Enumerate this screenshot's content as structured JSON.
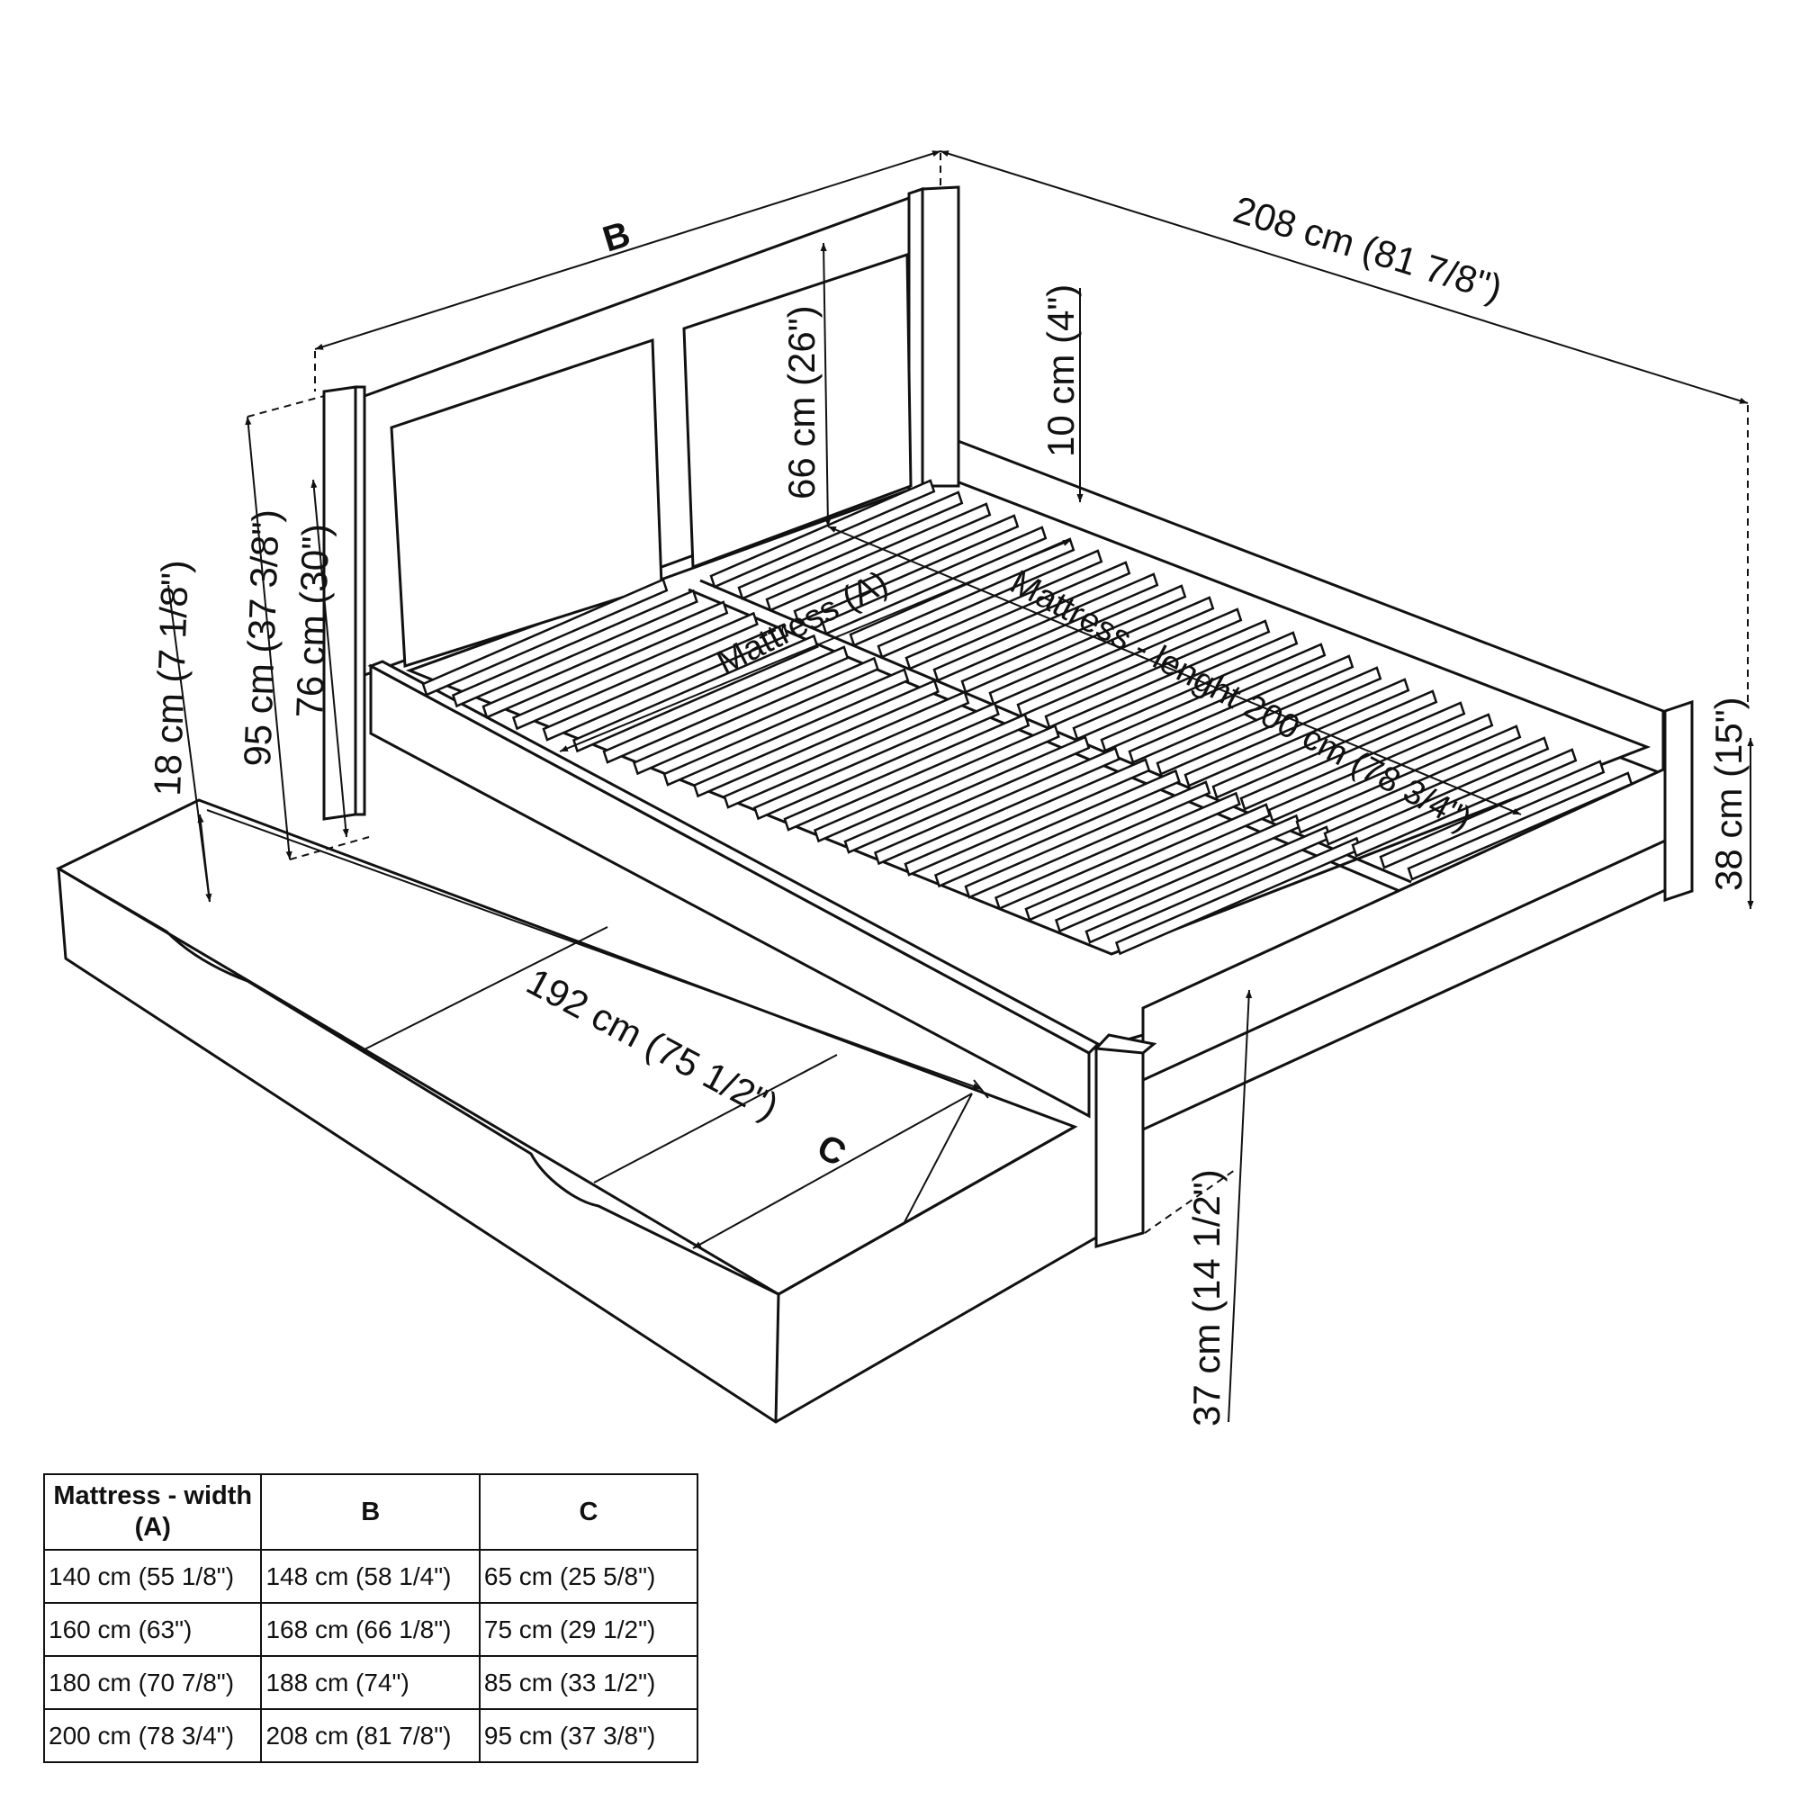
{
  "diagram": {
    "letters": {
      "b": "B",
      "c": "C"
    },
    "dimensions": {
      "overall_length": "208 cm (81 7/8\")",
      "headboard_height_total": "95 cm (37 3/8\")",
      "footboard_post_height": "76 cm (30\")",
      "drawer_height": "18 cm (7 1/8\")",
      "headboard_panel_height": "66 cm (26\")",
      "mattress_gap": "10 cm (4\")",
      "side_height": "38 cm (15\")",
      "drawer_length": "192 cm (75 1/2\")",
      "frame_height": "37 cm (14 1/2\")"
    },
    "labels": {
      "mattress_width": "Mattress (A)",
      "mattress_length": "Mattress - lenght 200 cm (78 3/4\")"
    }
  },
  "table": {
    "headers": [
      "Mattress - width (A)",
      "B",
      "C"
    ],
    "rows": [
      [
        "140 cm (55 1/8\")",
        "148 cm (58 1/4\")",
        "65 cm (25 5/8\")"
      ],
      [
        "160 cm (63\")",
        "168 cm (66 1/8\")",
        "75 cm (29 1/2\")"
      ],
      [
        "180 cm (70 7/8\")",
        "188 cm (74\")",
        "85 cm (33 1/2\")"
      ],
      [
        "200 cm (78 3/4\")",
        "208 cm (81 7/8\")",
        "95 cm (37 3/8\")"
      ]
    ]
  }
}
